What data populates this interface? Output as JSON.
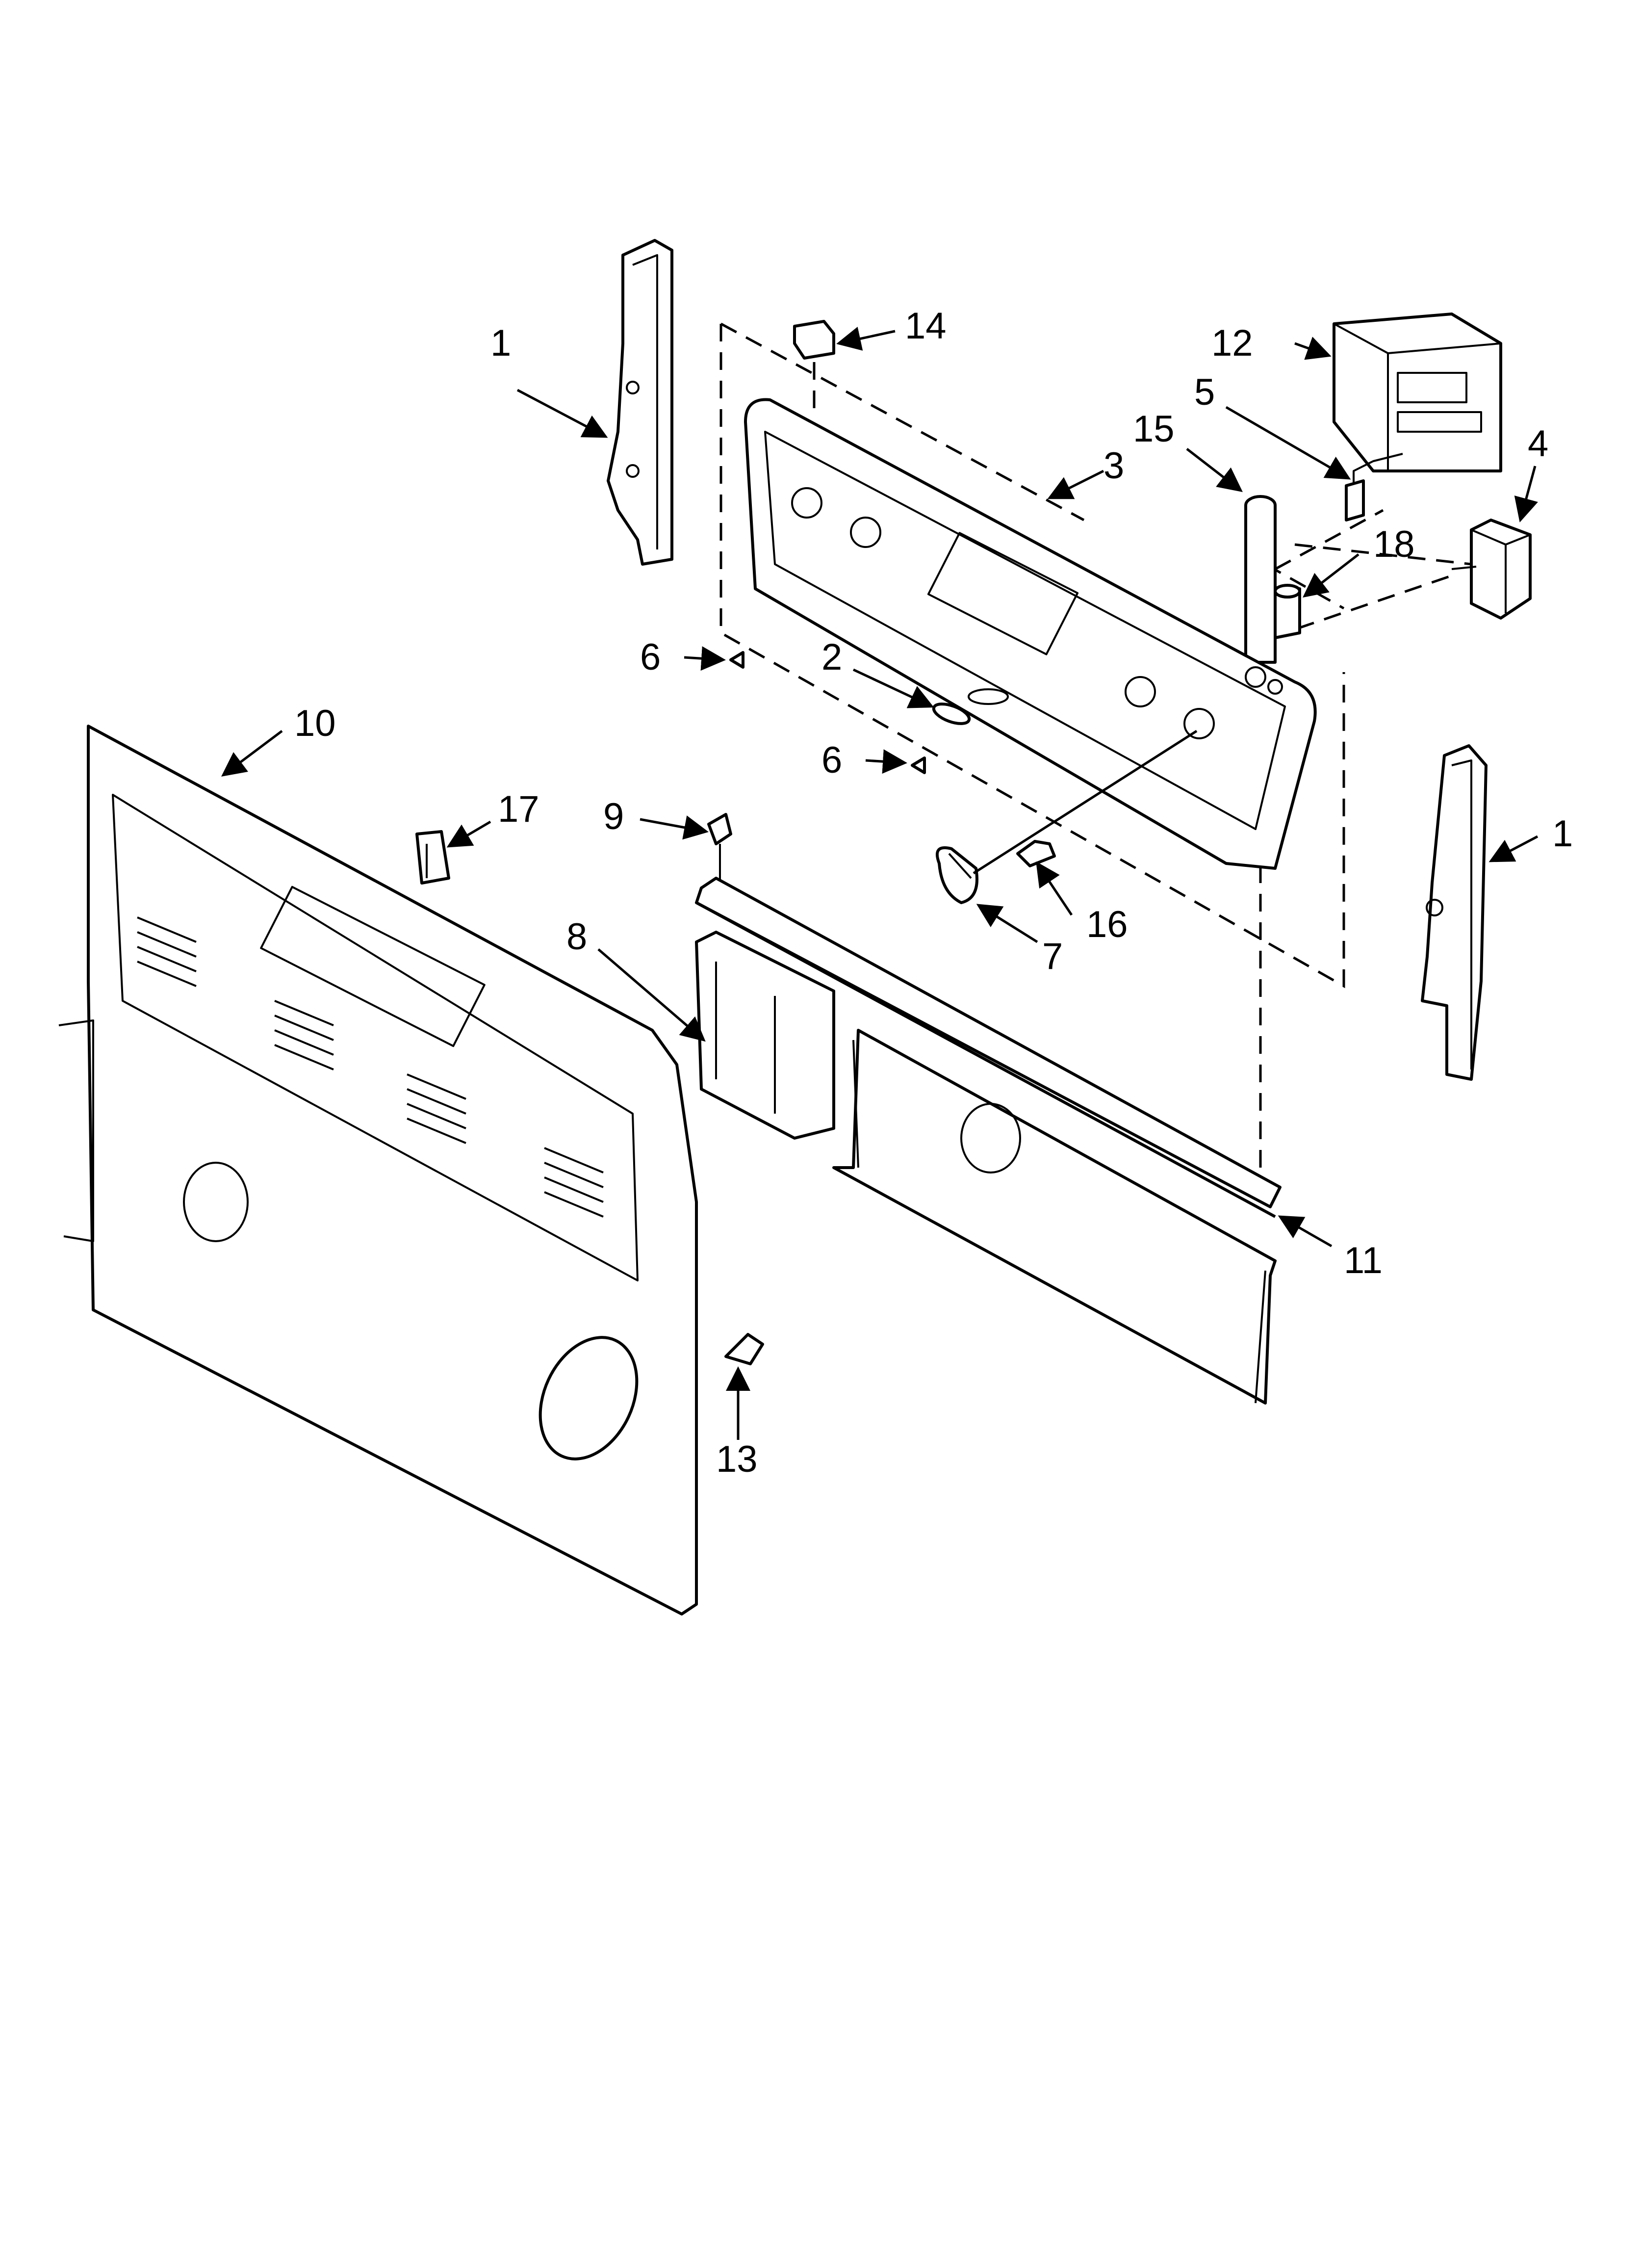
{
  "callouts": [
    "1",
    "1",
    "2",
    "3",
    "4",
    "5",
    "6",
    "6",
    "7",
    "8",
    "9",
    "10",
    "11",
    "12",
    "13",
    "14",
    "15",
    "16",
    "17",
    "18"
  ]
}
